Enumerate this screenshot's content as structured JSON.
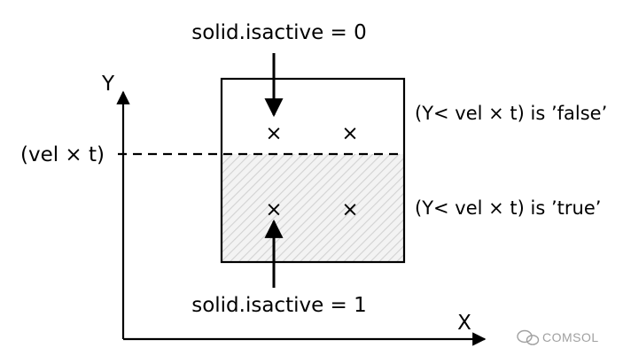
{
  "labels": {
    "top_annotation": "solid.isactive = 0",
    "bottom_annotation": "solid.isactive = 1",
    "y_axis": "Y",
    "x_axis": "X",
    "threshold": "(vel × t)",
    "upper_condition": "(Y< vel × t) is ’false’",
    "lower_condition": "(Y< vel × t) is ’true’"
  },
  "markers": {
    "symbol": "×"
  },
  "watermark": {
    "text": "COMSOL",
    "icon": "wechat-icon"
  },
  "colors": {
    "line": "#000000",
    "hatch": "#d6d6d6",
    "hatch_background": "#f3f3f3",
    "watermark": "#a0a0a0"
  }
}
